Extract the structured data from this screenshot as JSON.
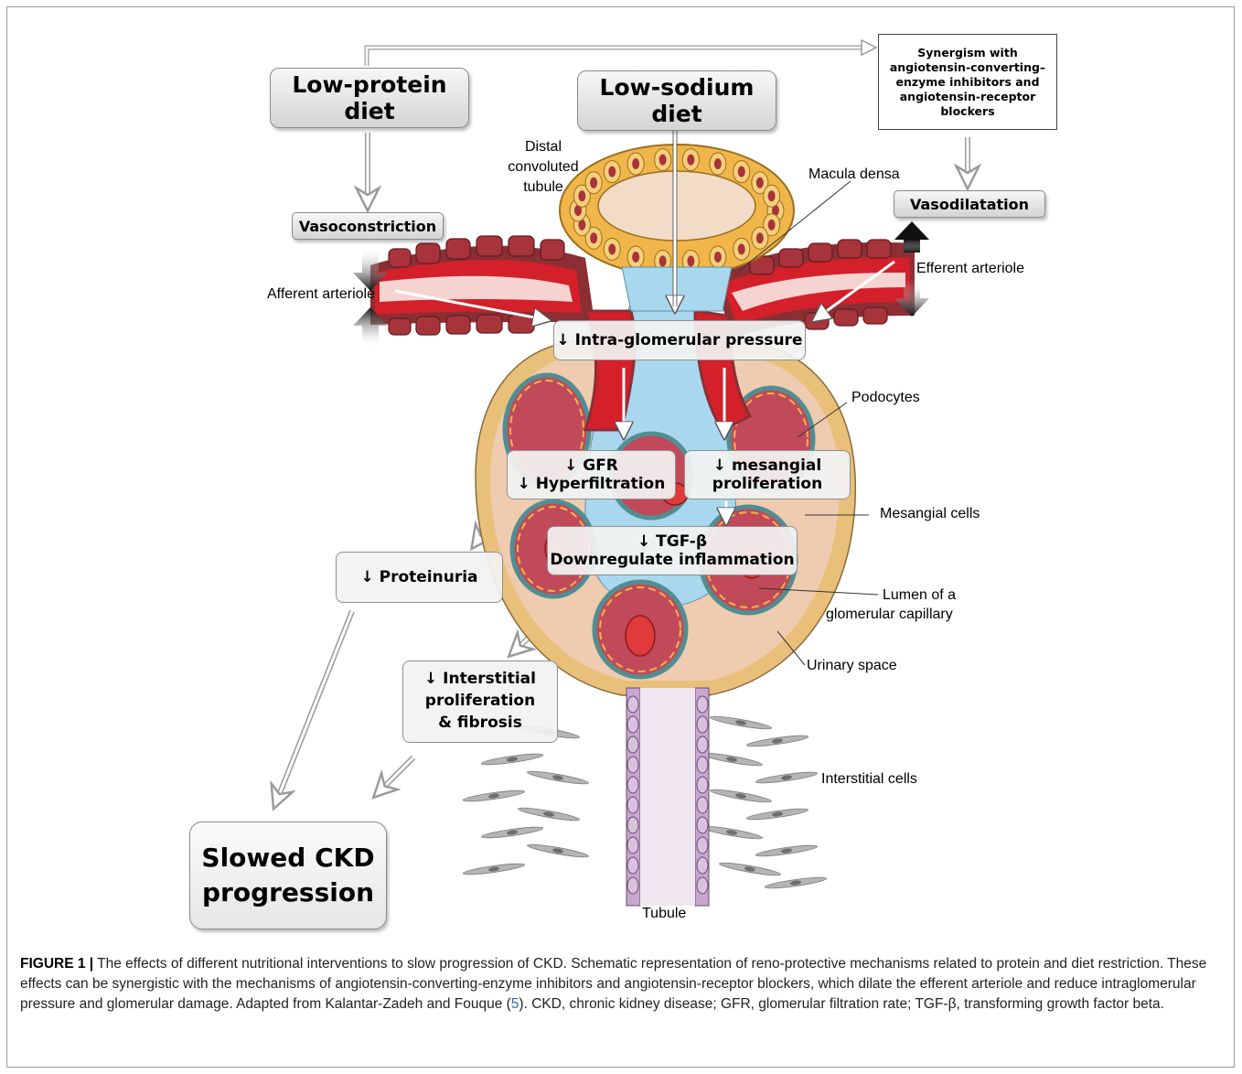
{
  "boxes": {
    "low_protein": "Low-protein diet",
    "low_sodium": "Low-sodium diet",
    "synergism": "Synergism with angiotensin-converting–enzyme inhibitors and angiotensin-receptor blockers",
    "vasoconstriction": "Vasoconstriction",
    "vasodilatation": "Vasodilatation",
    "intraglomerular": "↓  Intra-glomerular pressure",
    "gfr_line1": "↓  GFR",
    "gfr_line2": "↓  Hyperfiltration",
    "mesangial_line1": "↓ mesangial",
    "mesangial_line2": "proliferation",
    "tgf_line1": "↓  TGF-β",
    "tgf_line2": "Downregulate inflammation",
    "proteinuria": "↓   Proteinuria",
    "interstitial_line1": "↓  Interstitial",
    "interstitial_line2": "proliferation",
    "interstitial_line3": "& fibrosis",
    "slowed_line1": "Slowed CKD",
    "slowed_line2": "progression"
  },
  "labels": {
    "distal": "Distal convoluted tubule",
    "macula_densa": "Macula densa",
    "afferent": "Afferent arteriole",
    "efferent": "Efferent arteriole",
    "podocytes": "Podocytes",
    "mesangial_cells": "Mesangial cells",
    "lumen_line1": "Lumen of a",
    "lumen_line2": "glomerular capillary",
    "urinary_space": "Urinary space",
    "interstitial_cells": "Interstitial cells",
    "tubule": "Tubule"
  },
  "caption": {
    "label": "FIGURE 1 |",
    "text_before_ref": " The effects of different nutritional interventions to slow progression of CKD. Schematic representation of reno-protective mechanisms related to protein and diet restriction. These effects can be synergistic with the mechanisms of angiotensin-converting-enzyme inhibitors and angiotensin-receptor blockers, which dilate the efferent arteriole and reduce intraglomerular pressure and glomerular damage. Adapted from Kalantar-Zadeh and Fouque (",
    "ref": "5",
    "text_after_ref": "). CKD, chronic kidney disease; GFR, glomerular filtration rate; TGF-β, transforming growth factor beta."
  },
  "colors": {
    "arteriole_outer": "#8b2f34",
    "arteriole_red": "#d3202a",
    "tubule_yellow": "#f0b64a",
    "capsule": "#e8c07a",
    "glomerulus_fill": "#efcbb0",
    "mesangium": "#a9d8ee",
    "capillary": "#c14a5a",
    "podocyte_teal": "#4f8f92",
    "tubule_cells": "#c7a6cf",
    "interstitial": "#9a9a9a"
  }
}
